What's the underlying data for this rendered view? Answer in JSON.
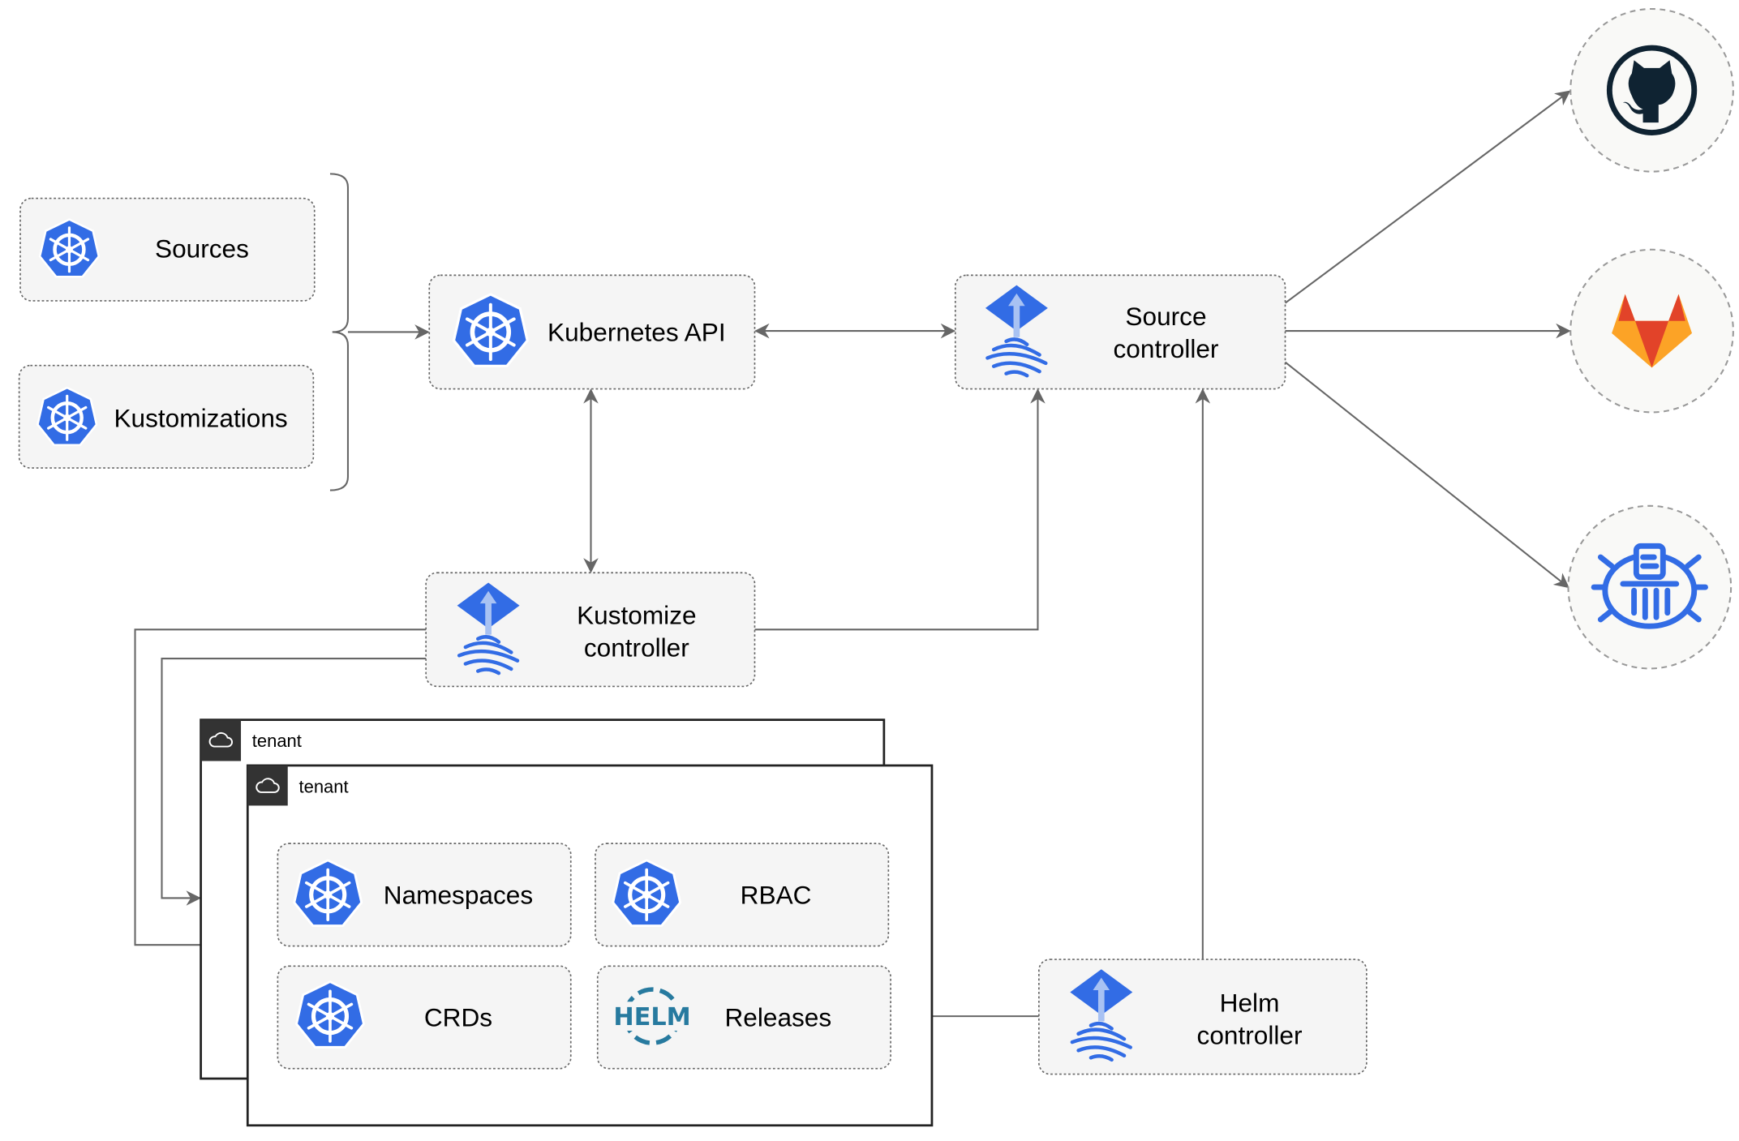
{
  "nodes": {
    "sources": "Sources",
    "kustomizations": "Kustomizations",
    "kubernetes_api": "Kubernetes API",
    "source_controller": [
      "Source",
      "controller"
    ],
    "kustomize_controller": [
      "Kustomize",
      "controller"
    ],
    "helm_controller": [
      "Helm",
      "controller"
    ],
    "namespaces": "Namespaces",
    "rbac": "RBAC",
    "crds": "CRDs",
    "releases": "Releases"
  },
  "tenants": [
    "tenant",
    "tenant"
  ],
  "external_sources": [
    "github-icon",
    "gitlab-icon",
    "bucket-icon"
  ],
  "icons": {
    "kubernetes": "kubernetes-icon",
    "flux": "flux-icon",
    "helm": "helm-icon",
    "helm_wordmark": "HELM",
    "cloud": "cloud-icon"
  },
  "colors": {
    "kubernetes_blue": "#326ce5",
    "edge": "#666666",
    "gitlab_orange": "#e24329",
    "github_dark": "#0f2332",
    "helm_blue": "#277a9f"
  }
}
